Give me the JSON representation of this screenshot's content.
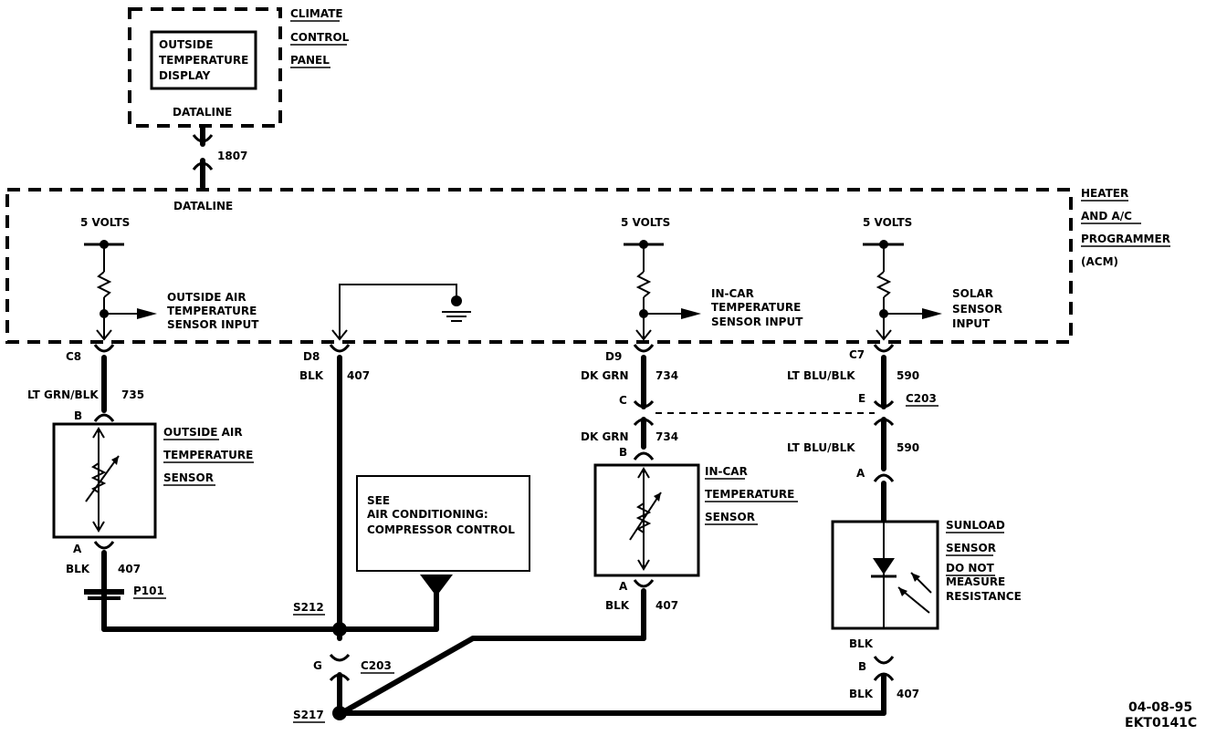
{
  "climate_panel": {
    "title_lines": [
      "CLIMATE",
      "CONTROL",
      "PANEL"
    ],
    "display_lines": [
      "OUTSIDE",
      "TEMPERATURE",
      "DISPLAY"
    ],
    "dataline": "DATALINE"
  },
  "connector_top": {
    "id": "1807",
    "dataline": "DATALINE"
  },
  "programmer": {
    "title_lines": [
      "HEATER",
      "AND A/C",
      "PROGRAMMER",
      "(ACM)"
    ]
  },
  "outside_air_circuit": {
    "volts": "5 VOLTS",
    "input_lines": [
      "OUTSIDE AIR",
      "TEMPERATURE",
      "SENSOR INPUT"
    ],
    "pin": "C8",
    "wire_color": "LT GRN/BLK",
    "wire_num": "735",
    "sensor_pin_top": "B",
    "sensor_lines": [
      "OUTSIDE AIR",
      "TEMPERATURE",
      "SENSOR"
    ],
    "sensor_pin_bottom": "A",
    "ground_color": "BLK",
    "ground_num": "407",
    "splice_pack": "P101"
  },
  "ground_circuit": {
    "pin": "D8",
    "wire_color": "BLK",
    "wire_num": "407",
    "note_lines": [
      "SEE",
      "AIR CONDITIONING:",
      "COMPRESSOR CONTROL"
    ],
    "splice_1": "S212",
    "conn_pin": "G",
    "conn_id": "C203",
    "splice_2": "S217"
  },
  "incar_circuit": {
    "volts": "5 VOLTS",
    "input_lines": [
      "IN-CAR",
      "TEMPERATURE",
      "SENSOR INPUT"
    ],
    "pin": "D9",
    "wire_color_1": "DK GRN",
    "wire_num_1": "734",
    "conn_pin": "C",
    "wire_color_2": "DK GRN",
    "wire_num_2": "734",
    "sensor_pin_top": "B",
    "sensor_lines": [
      "IN-CAR",
      "TEMPERATURE",
      "SENSOR"
    ],
    "sensor_pin_bottom": "A",
    "ground_color": "BLK",
    "ground_num": "407"
  },
  "solar_circuit": {
    "volts": "5 VOLTS",
    "input_lines": [
      "SOLAR",
      "SENSOR",
      "INPUT"
    ],
    "pin": "C7",
    "wire_color_1": "LT BLU/BLK",
    "wire_num_1": "590",
    "conn_pin": "E",
    "conn_id": "C203",
    "wire_color_2": "LT BLU/BLK",
    "wire_num_2": "590",
    "sensor_pin_top": "A",
    "sensor_lines": [
      "SUNLOAD",
      "SENSOR"
    ],
    "warning_lines": [
      "DO NOT",
      "MEASURE",
      "RESISTANCE"
    ],
    "ground_label": "BLK",
    "sensor_pin_bottom": "B",
    "ground_color": "BLK",
    "ground_num": "407"
  },
  "footer": {
    "date": "04-08-95",
    "code": "EKT0141C"
  }
}
